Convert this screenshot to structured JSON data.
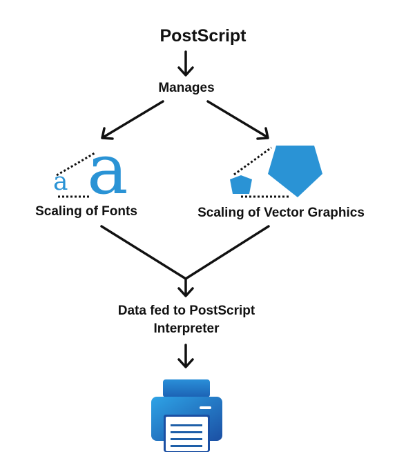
{
  "title": "PostScript",
  "manages": "Manages",
  "branches": {
    "fonts": {
      "label": "Scaling of Fonts",
      "small_glyph": "a",
      "large_glyph": "a"
    },
    "vector": {
      "label": "Scaling of Vector Graphics"
    }
  },
  "interpreter": "Data fed to PostScript Interpreter",
  "colors": {
    "accent": "#2a93d5",
    "printer_dark": "#1e5fa8",
    "ink": "#111111"
  },
  "icons": {
    "arrow": "arrow-down-icon",
    "printer": "printer-icon",
    "pentagon": "pentagon-icon"
  }
}
